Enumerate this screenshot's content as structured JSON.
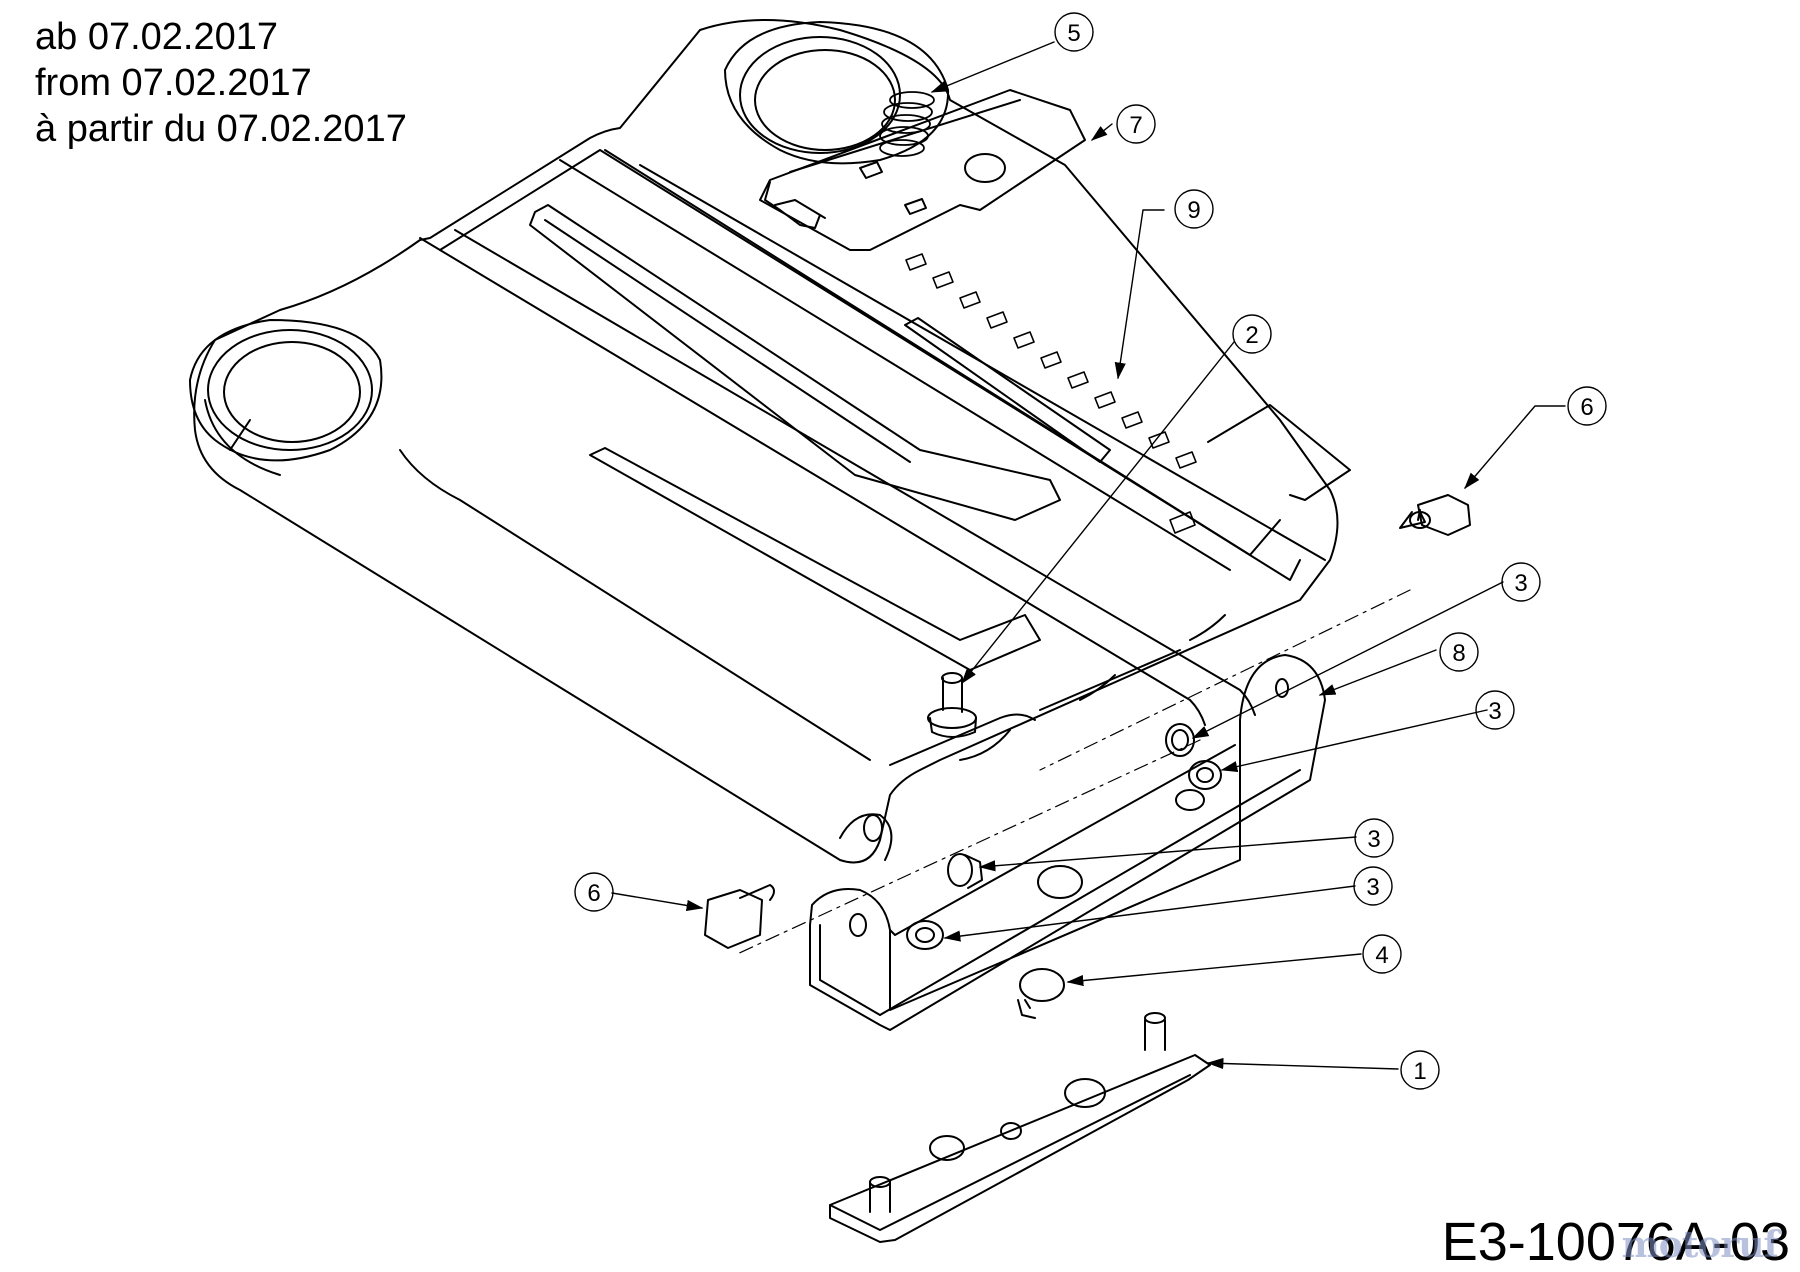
{
  "header": {
    "line_de": "ab 07.02.2017",
    "line_en": "from 07.02.2017",
    "line_fr": "à partir du 07.02.2017"
  },
  "drawing_number": "E3-10076A-03",
  "watermark_text": "motoruf",
  "colors": {
    "line": "#000000",
    "background": "#ffffff",
    "watermark": "#7f8fc4"
  },
  "callouts": [
    "5",
    "7",
    "9",
    "2",
    "6",
    "3",
    "8",
    "3",
    "3",
    "3",
    "6",
    "4",
    "1"
  ]
}
